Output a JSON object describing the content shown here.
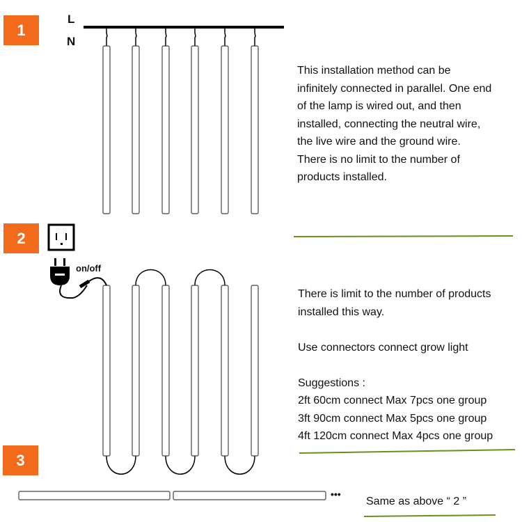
{
  "steps": [
    "1",
    "2",
    "3"
  ],
  "wire_labels": {
    "live": "L",
    "neutral": "N"
  },
  "switch_label": "on/off",
  "section1": {
    "lines": [
      "This installation method can be",
      "infinitely connected in parallel. One end",
      "of the lamp is wired out, and then",
      "installed, connecting the neutral wire,",
      "the live wire and the ground wire.",
      "There is no limit to the number of",
      "products installed."
    ]
  },
  "section2": {
    "lines": [
      "There is limit to the number of products",
      "installed this way.",
      "",
      "Use connectors connect grow light",
      "",
      "Suggestions :",
      "2ft 60cm connect Max 7pcs one group",
      "3ft 90cm connect Max 5pcs one group",
      "4ft 120cm connect Max 4pcs one group"
    ]
  },
  "section3": {
    "text": "Same as above “ 2 ”",
    "ellipsis": "•••"
  },
  "colors": {
    "badge": "#f26a1b",
    "underline": "#6b8e1f"
  }
}
